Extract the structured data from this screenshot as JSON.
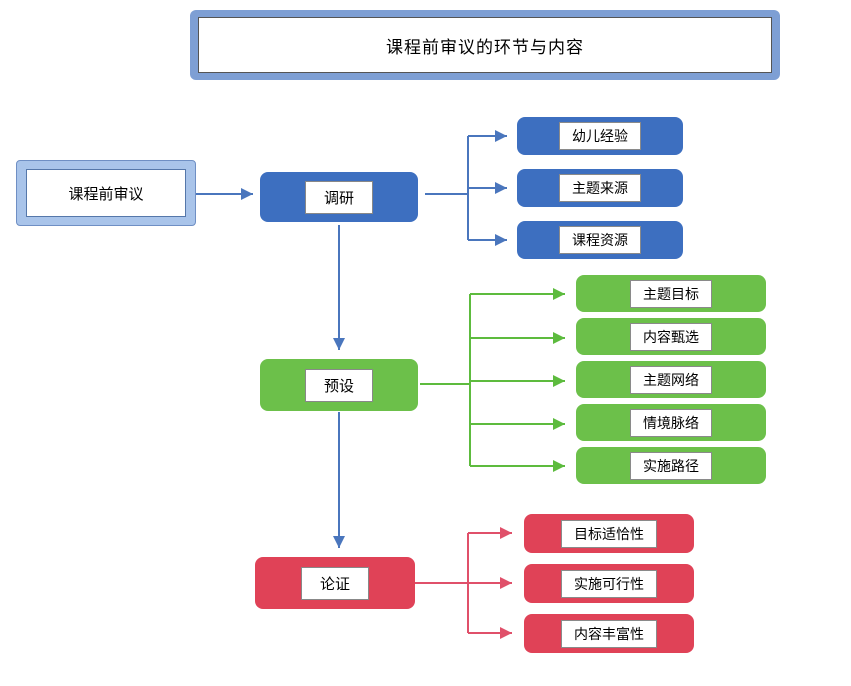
{
  "diagram": {
    "title": "课程前审议的环节与内容",
    "start": {
      "label": "课程前审议"
    },
    "stages": [
      {
        "key": "survey",
        "label": "调研",
        "color": "#3d6fc0",
        "children": [
          {
            "label": "幼儿经验"
          },
          {
            "label": "主题来源"
          },
          {
            "label": "课程资源"
          }
        ]
      },
      {
        "key": "preset",
        "label": "预设",
        "color": "#6cc04a",
        "children": [
          {
            "label": "主题目标"
          },
          {
            "label": "内容甄选"
          },
          {
            "label": "主题网络"
          },
          {
            "label": "情境脉络"
          },
          {
            "label": "实施路径"
          }
        ]
      },
      {
        "key": "argument",
        "label": "论证",
        "color": "#e04257",
        "children": [
          {
            "label": "目标适恰性"
          },
          {
            "label": "实施可行性"
          },
          {
            "label": "内容丰富性"
          }
        ]
      }
    ],
    "colors": {
      "title_band": "#7e9fd4",
      "start_band": "#a9c4ea",
      "blue": "#3d6fc0",
      "green": "#6cc04a",
      "red": "#e04257",
      "arrow_blue": "#4a76bd",
      "arrow_green": "#5dbb3e",
      "arrow_red": "#e0506a"
    }
  }
}
